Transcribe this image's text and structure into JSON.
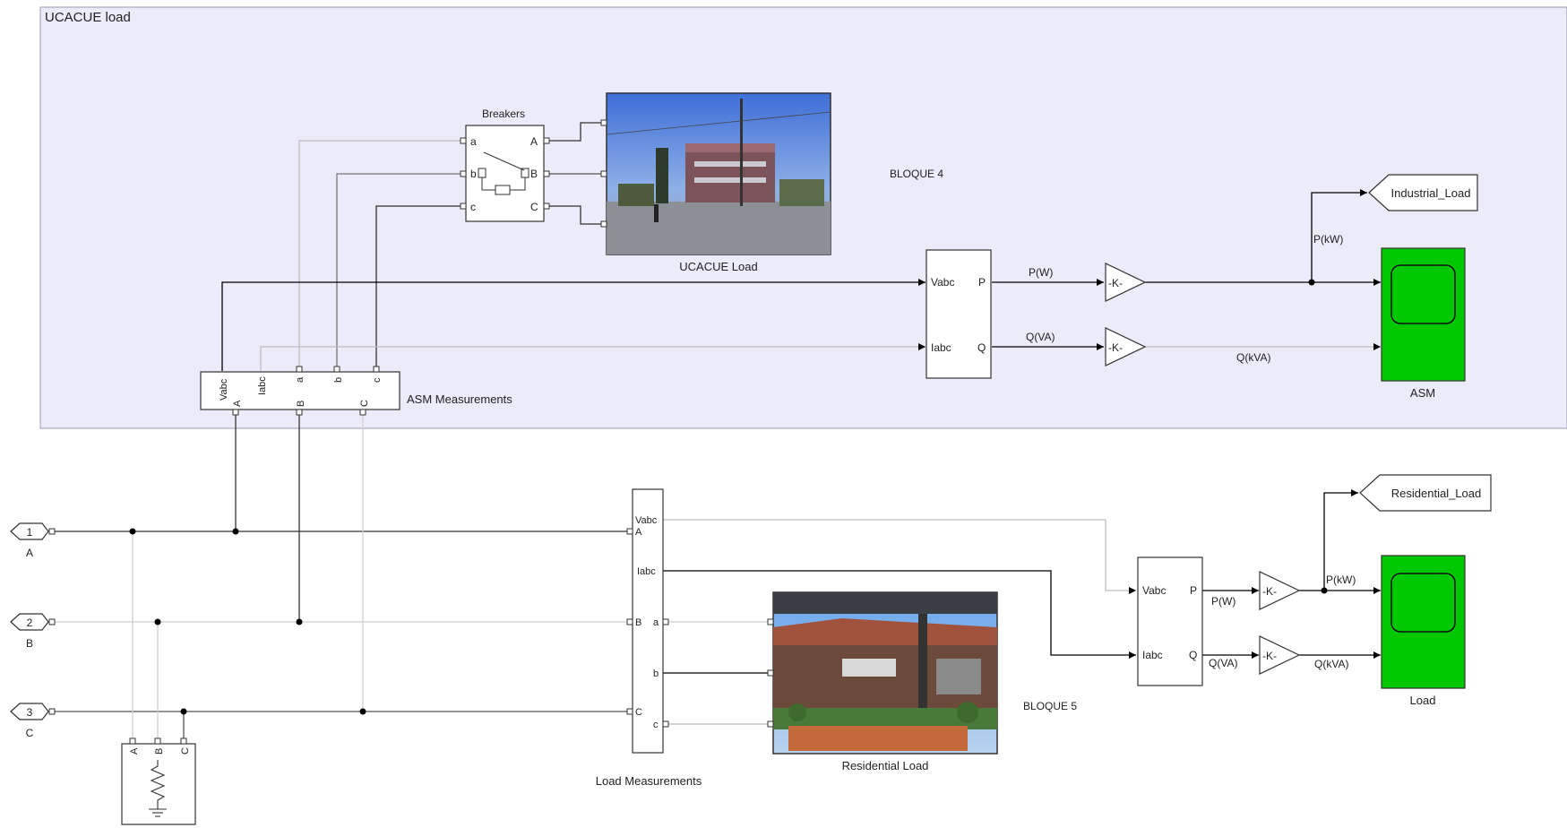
{
  "subsystem": {
    "area_label": "UCACUE load",
    "area_color": "#ebebfa",
    "block4_label": "BLOQUE 4",
    "block5_label": "BLOQUE 5"
  },
  "breakers": {
    "title": "Breakers",
    "ports_in": [
      "a",
      "b",
      "c"
    ],
    "ports_out": [
      "A",
      "B",
      "C"
    ]
  },
  "ucacue_load": {
    "caption": "UCACUE Load"
  },
  "residential_load": {
    "caption": "Residential Load",
    "ports": [
      "a",
      "b",
      "c"
    ]
  },
  "asm_measurements": {
    "caption": "ASM Measurements",
    "ports": [
      "Vabc",
      "Iabc",
      "a",
      "b",
      "c",
      "A",
      "B",
      "C"
    ]
  },
  "load_measurements": {
    "caption": "Load Measurements",
    "ports": [
      "Vabc",
      "A",
      "Iabc",
      "B",
      "a",
      "b",
      "C",
      "c"
    ]
  },
  "power_calc": {
    "in_v": "Vabc",
    "in_i": "Iabc",
    "out_p": "P",
    "out_q": "Q"
  },
  "signals": {
    "pw": "P(W)",
    "qva": "Q(VA)",
    "pkw": "P(kW)",
    "qkva": "Q(kVA)",
    "gain": "-K-"
  },
  "goto_tags": {
    "industrial": "Industrial_Load",
    "residential": "Residential_Load"
  },
  "scopes": {
    "asm": "ASM",
    "load": "Load",
    "color": "#00c800"
  },
  "inports": [
    {
      "num": "1",
      "name": "A"
    },
    {
      "num": "2",
      "name": "B"
    },
    {
      "num": "3",
      "name": "C"
    }
  ],
  "ground_load": {
    "ports": [
      "A",
      "B",
      "C"
    ]
  }
}
